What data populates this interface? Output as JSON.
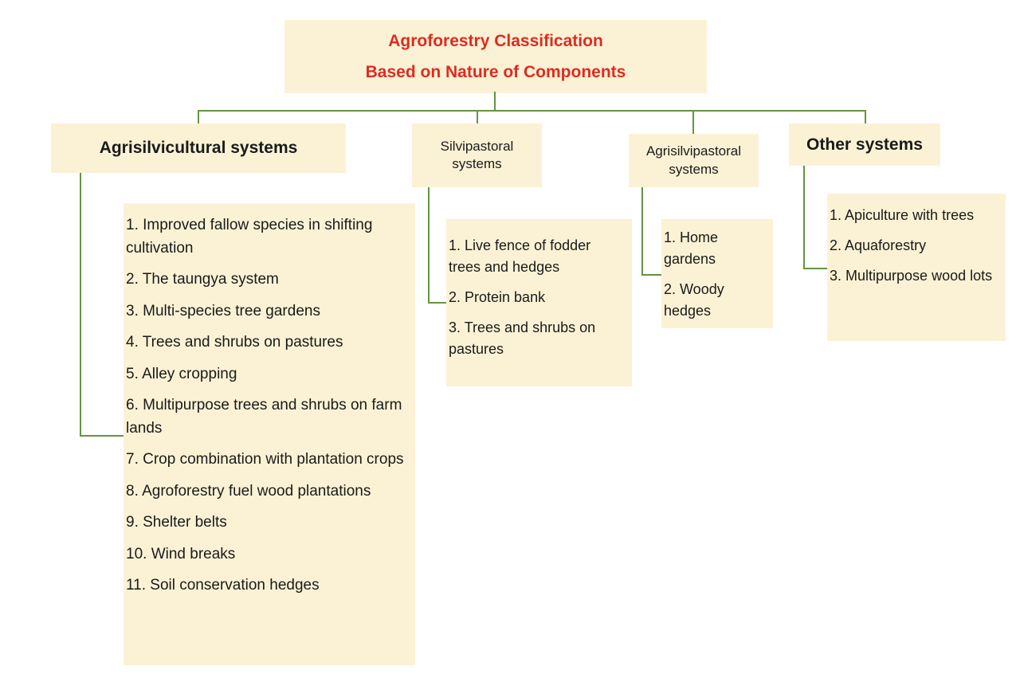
{
  "colors": {
    "box-bg": "#fbf2d5",
    "title-red": "#e02b20",
    "line-green": "#63953f",
    "text": "#1a1a1a"
  },
  "title": {
    "line1": "Agroforestry Classification",
    "line2": "Based on Nature of Components"
  },
  "branches": [
    {
      "id": "agrisilvicultural",
      "label": "Agrisilvicultural systems",
      "items": [
        "1. Improved fallow species in shifting cultivation",
        "2. The taungya system",
        "3. Multi-species tree gardens",
        "4. Trees and shrubs on pastures",
        "5. Alley cropping",
        "6. Multipurpose trees and shrubs on farm lands",
        "7. Crop combination with plantation crops",
        "8. Agroforestry fuel wood plantations",
        "9. Shelter belts",
        "10. Wind breaks",
        "11. Soil conservation hedges"
      ]
    },
    {
      "id": "silvipastoral",
      "label": "Silvipastoral systems",
      "items": [
        "1. Live fence of fodder trees and hedges",
        "2. Protein bank",
        "3. Trees and shrubs on pastures"
      ]
    },
    {
      "id": "agrisilvipastoral",
      "label": "Agrisilvipastoral systems",
      "items": [
        "1. Home gardens",
        "2. Woody hedges"
      ]
    },
    {
      "id": "other",
      "label": "Other systems",
      "items": [
        "1. Apiculture with trees",
        "2. Aquaforestry",
        "3. Multipurpose wood lots"
      ]
    }
  ]
}
